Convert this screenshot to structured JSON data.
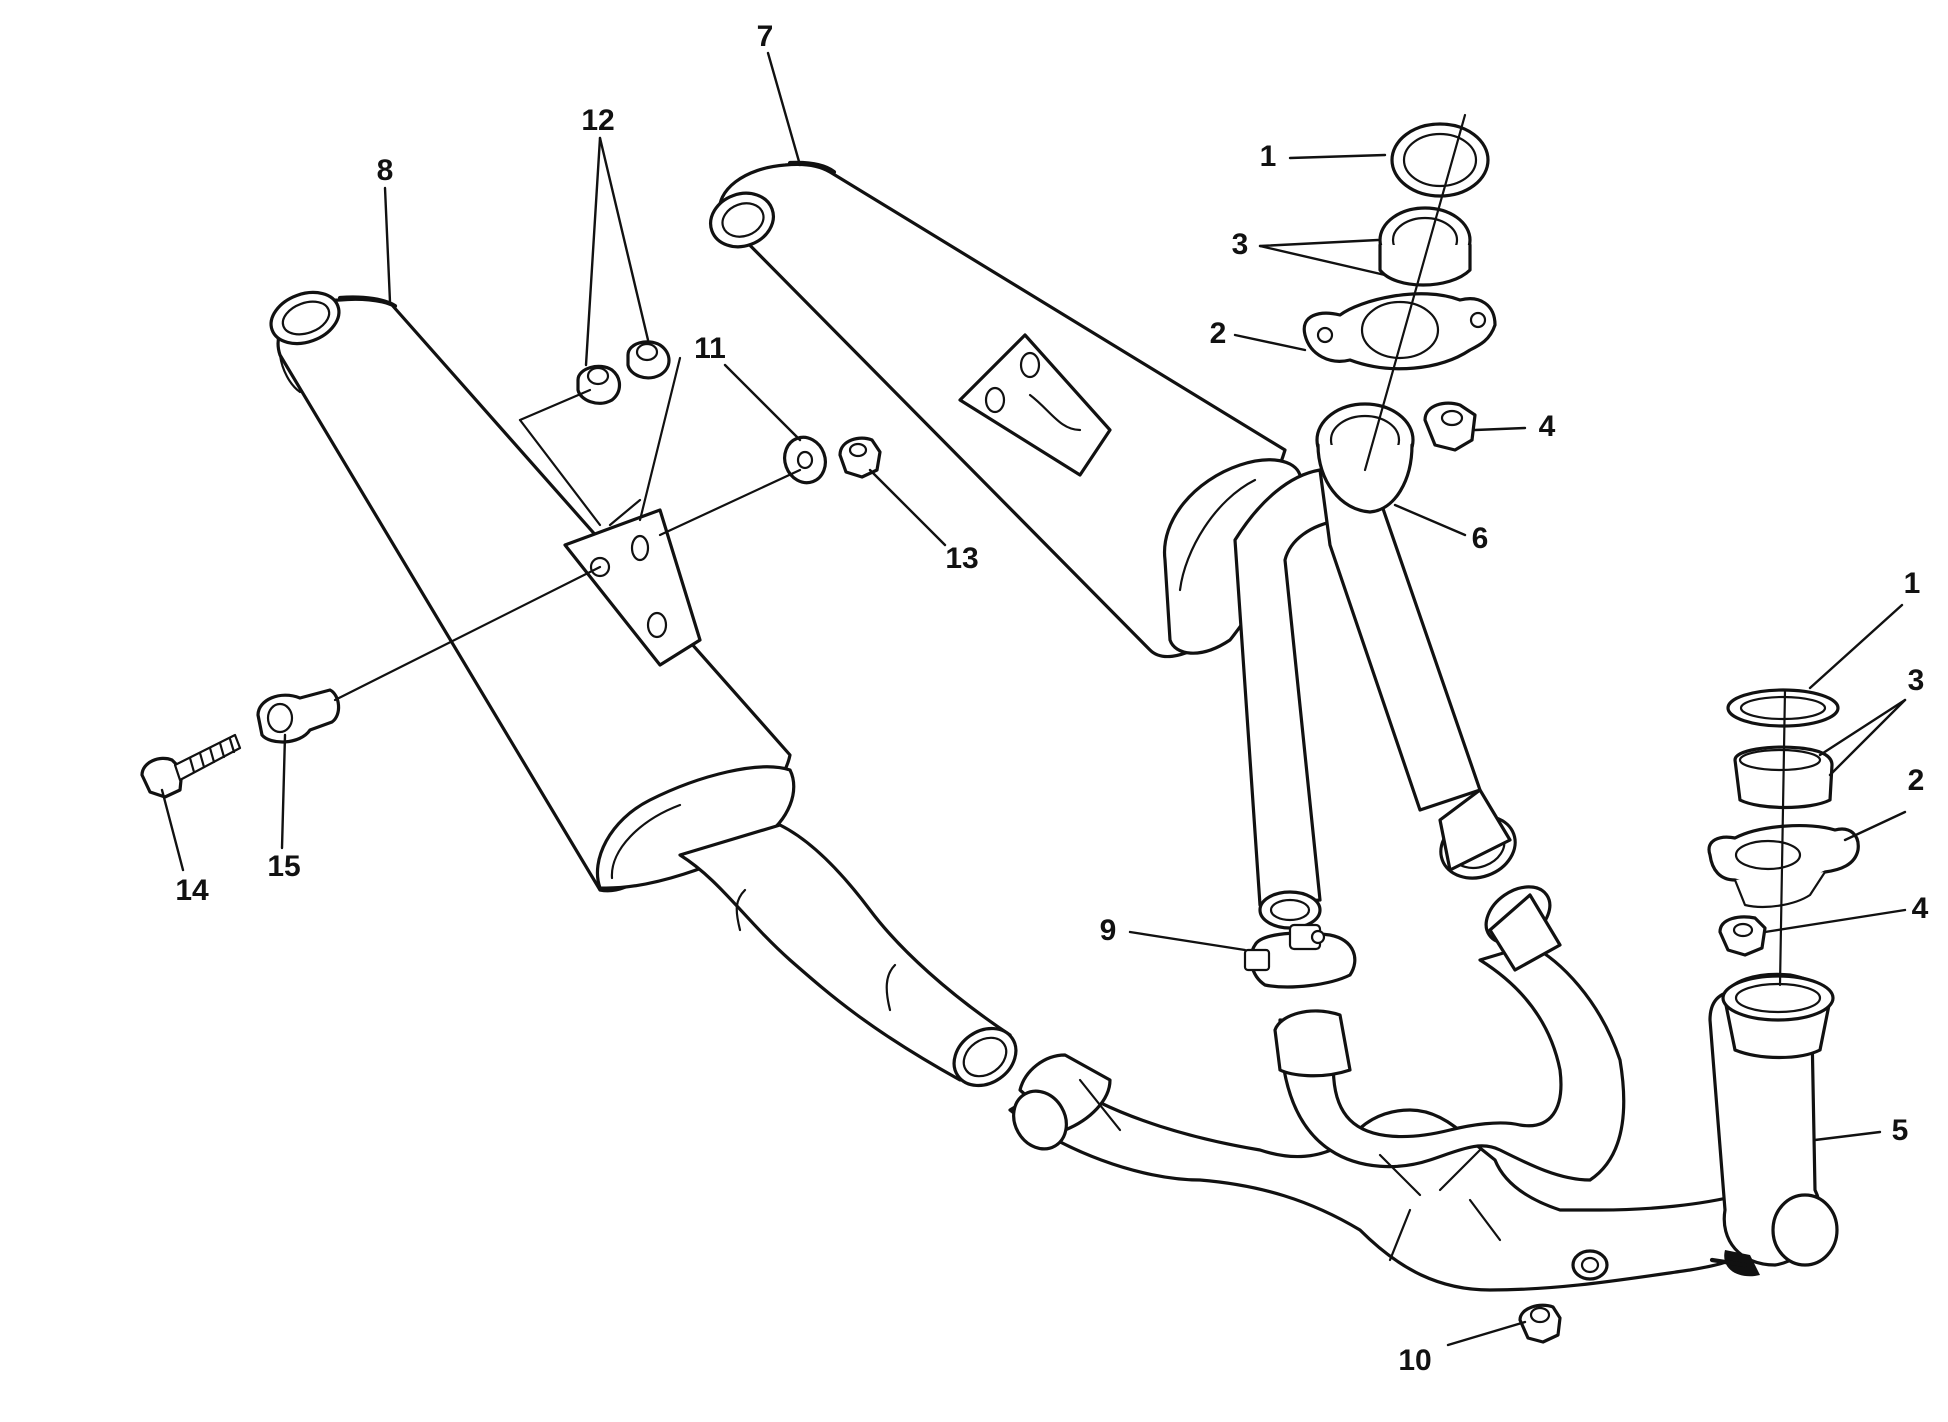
{
  "callouts": [
    {
      "id": "c1a",
      "text": "1"
    },
    {
      "id": "c1b",
      "text": "1"
    },
    {
      "id": "c2a",
      "text": "2"
    },
    {
      "id": "c2b",
      "text": "2"
    },
    {
      "id": "c3a",
      "text": "3"
    },
    {
      "id": "c3b",
      "text": "3"
    },
    {
      "id": "c4a",
      "text": "4"
    },
    {
      "id": "c4b",
      "text": "4"
    },
    {
      "id": "c5",
      "text": "5"
    },
    {
      "id": "c6",
      "text": "6"
    },
    {
      "id": "c7",
      "text": "7"
    },
    {
      "id": "c8",
      "text": "8"
    },
    {
      "id": "c9",
      "text": "9"
    },
    {
      "id": "c10",
      "text": "10"
    },
    {
      "id": "c11",
      "text": "11"
    },
    {
      "id": "c12",
      "text": "12"
    },
    {
      "id": "c13",
      "text": "13"
    },
    {
      "id": "c14",
      "text": "14"
    },
    {
      "id": "c15",
      "text": "15"
    }
  ]
}
